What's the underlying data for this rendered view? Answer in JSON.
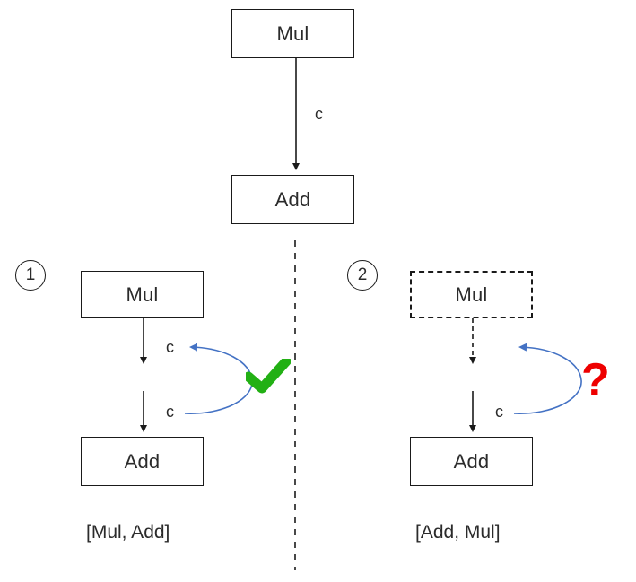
{
  "diagram": {
    "title_top": {
      "nodes": [
        {
          "id": "top-mul",
          "label": "Mul"
        },
        {
          "id": "top-add",
          "label": "Add"
        }
      ],
      "edge_label": "c"
    },
    "divider": {
      "style": "dashed",
      "orientation": "vertical"
    },
    "cases": [
      {
        "number": "1",
        "badge_name": "case-number-1",
        "top_node": {
          "label": "Mul",
          "style": "solid"
        },
        "bottom_node": {
          "label": "Add",
          "style": "solid"
        },
        "upper_edge": {
          "style": "solid",
          "label": "c"
        },
        "lower_edge": {
          "style": "solid",
          "label": "c"
        },
        "feedback_arrow": {
          "color": "#4472c4",
          "style": "curved-back"
        },
        "verdict": {
          "kind": "check",
          "glyph": "✔",
          "color": "#22b014"
        },
        "order_label": "[Mul, Add]"
      },
      {
        "number": "2",
        "badge_name": "case-number-2",
        "top_node": {
          "label": "Mul",
          "style": "dashed"
        },
        "bottom_node": {
          "label": "Add",
          "style": "solid"
        },
        "upper_edge": {
          "style": "dashed",
          "label": ""
        },
        "lower_edge": {
          "style": "solid",
          "label": "c"
        },
        "feedback_arrow": {
          "color": "#4472c4",
          "style": "curved-back"
        },
        "verdict": {
          "kind": "question",
          "glyph": "?",
          "color": "#ee0000"
        },
        "order_label": "[Add, Mul]"
      }
    ],
    "colors": {
      "stroke": "#1a1a1a",
      "blue_arrow": "#4472c4",
      "green_check": "#22b014",
      "red_question": "#ee0000",
      "background": "#ffffff"
    }
  }
}
